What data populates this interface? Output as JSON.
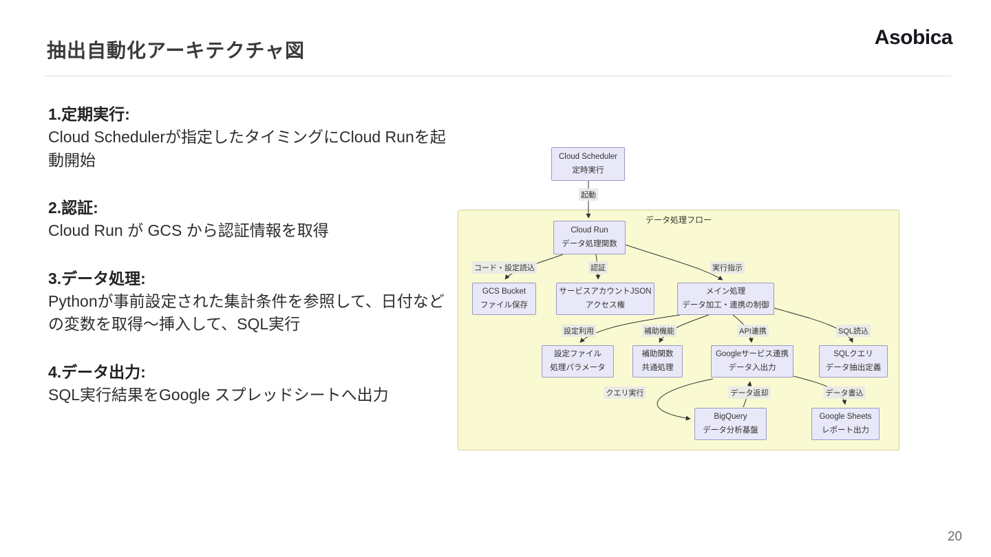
{
  "page": {
    "title": "抽出自動化アーキテクチャ図",
    "logo": "Asobica",
    "page_number": "20"
  },
  "steps": [
    {
      "heading": "1.定期実行:",
      "body": "Cloud Schedulerが指定したタイミングにCloud Runを起動開始"
    },
    {
      "heading": "2.認証:",
      "body": "Cloud Run が GCS から認証情報を取得"
    },
    {
      "heading": "3.データ処理:",
      "body": "Pythonが事前設定された集計条件を参照して、日付などの変数を取得～挿入して、SQL実行"
    },
    {
      "heading": "4.データ出力:",
      "body": "SQL実行結果をGoogle スプレッドシートへ出力"
    }
  ],
  "diagram": {
    "cluster_label": "データ処理フロー",
    "nodes": [
      {
        "title": "Cloud Scheduler",
        "subtitle": "定時実行"
      },
      {
        "title": "Cloud Run",
        "subtitle": "データ処理関数"
      },
      {
        "title": "GCS Bucket",
        "subtitle": "ファイル保存"
      },
      {
        "title": "サービスアカウントJSON",
        "subtitle": "アクセス権"
      },
      {
        "title": "メイン処理",
        "subtitle": "データ加工・連携の制御"
      },
      {
        "title": "設定ファイル",
        "subtitle": "処理パラメータ"
      },
      {
        "title": "補助関数",
        "subtitle": "共通処理"
      },
      {
        "title": "Googleサービス連携",
        "subtitle": "データ入出力"
      },
      {
        "title": "SQLクエリ",
        "subtitle": "データ抽出定義"
      },
      {
        "title": "BigQuery",
        "subtitle": "データ分析基盤"
      },
      {
        "title": "Google Sheets",
        "subtitle": "レポート出力"
      }
    ],
    "edge_labels": [
      "起動",
      "コード・設定読込",
      "認証",
      "実行指示",
      "設定利用",
      "補助機能",
      "API連携",
      "SQL読込",
      "クエリ実行",
      "データ返却",
      "データ書込"
    ]
  }
}
